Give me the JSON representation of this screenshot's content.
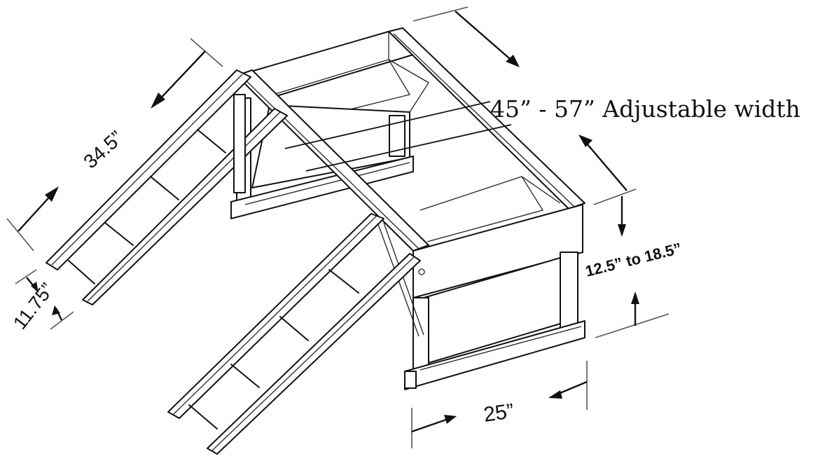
{
  "diagram": {
    "subject": "Adjustable pet/vehicle ramp platform with two ladder ramps",
    "labels": {
      "adjustable_width": "45” - 57” Adjustable width",
      "ramp_length": "34.5”",
      "ramp_width": "11.75”",
      "height_range": "12.5” to 18.5”",
      "depth": "25”"
    },
    "components": {
      "platform_count": 2,
      "ramp_count": 2,
      "rungs_per_ramp": 4
    },
    "colors": {
      "line": "#111111",
      "background": "#ffffff",
      "extension_line": "#555555"
    }
  }
}
